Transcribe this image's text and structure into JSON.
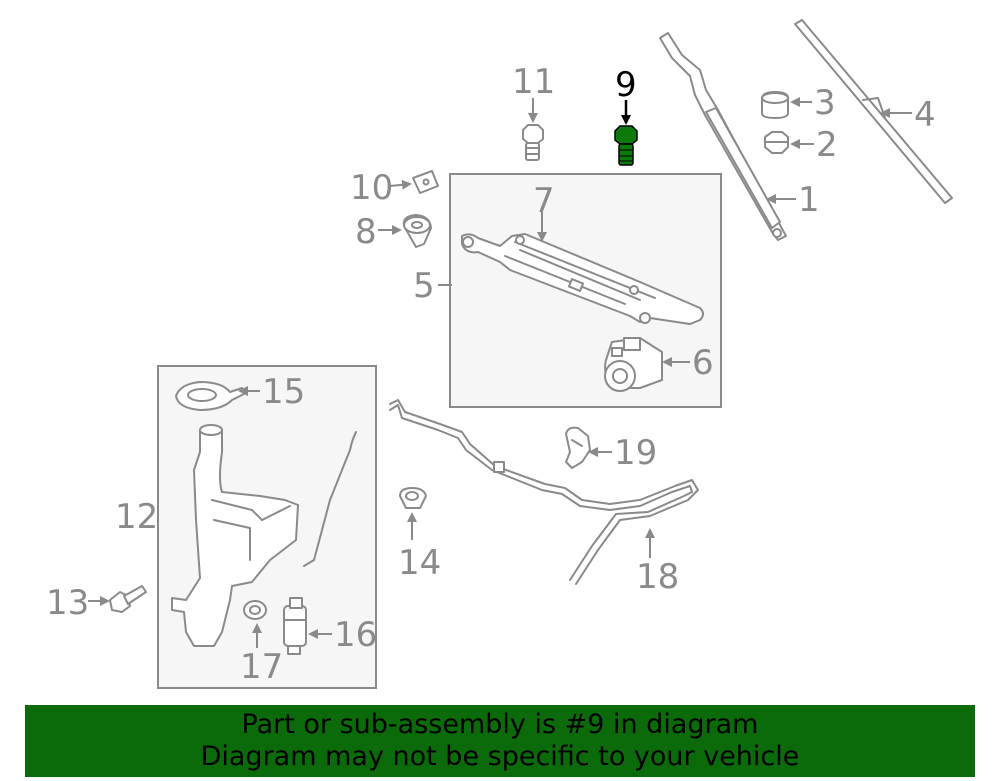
{
  "diagram": {
    "callouts": {
      "c1": "1",
      "c2": "2",
      "c3": "3",
      "c4": "4",
      "c5": "5",
      "c6": "6",
      "c7": "7",
      "c8": "8",
      "c9": "9",
      "c10": "10",
      "c11": "11",
      "c12": "12",
      "c13": "13",
      "c14": "14",
      "c15": "15",
      "c16": "16",
      "c17": "17",
      "c18": "18",
      "c19": "19"
    },
    "highlighted_part": "9",
    "colors": {
      "highlight": "#0b7a0b",
      "banner": "#0b6b0b",
      "line": "#8a8a8a"
    }
  },
  "banner": {
    "line1": "Part or sub-assembly is #9 in diagram",
    "line2": "Diagram may not be specific to your vehicle"
  }
}
